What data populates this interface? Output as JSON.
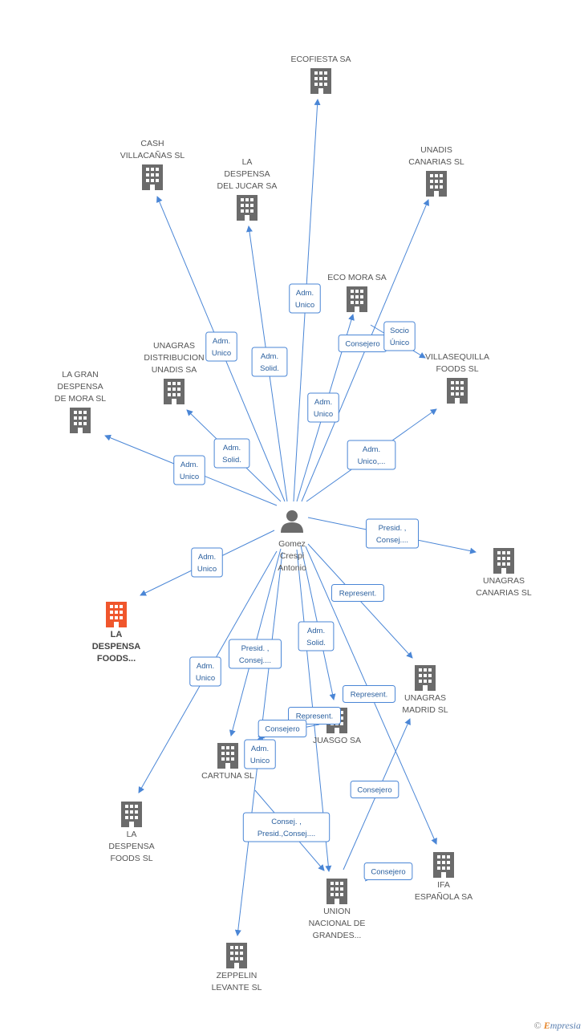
{
  "center": {
    "id": "gomez",
    "label": [
      "Gomez",
      "Crespi",
      "Antonio"
    ],
    "icon": "person-icon"
  },
  "nodes": [
    {
      "id": "ecofiesta",
      "label": [
        "ECOFIESTA SA"
      ],
      "icon": "building-icon"
    },
    {
      "id": "cash",
      "label": [
        "CASH",
        "VILLACAÑAS SL"
      ],
      "icon": "building-icon"
    },
    {
      "id": "jucar",
      "label": [
        "LA",
        "DESPENSA",
        "DEL JUCAR SA"
      ],
      "icon": "building-icon"
    },
    {
      "id": "unadis_can",
      "label": [
        "UNADIS",
        "CANARIAS SL"
      ],
      "icon": "building-icon"
    },
    {
      "id": "ecomora",
      "label": [
        "ECO MORA SA"
      ],
      "icon": "building-icon"
    },
    {
      "id": "unagras_dist",
      "label": [
        "UNAGRAS",
        "DISTRIBUCION",
        "UNADIS SA"
      ],
      "icon": "building-icon"
    },
    {
      "id": "villasequilla",
      "label": [
        "VILLASEQUILLA",
        "FOODS SL"
      ],
      "icon": "building-icon"
    },
    {
      "id": "gran_despensa",
      "label": [
        "LA GRAN",
        "DESPENSA",
        "DE MORA SL"
      ],
      "icon": "building-icon"
    },
    {
      "id": "unagras_can",
      "label": [
        "UNAGRAS",
        "CANARIAS SL"
      ],
      "icon": "building-icon"
    },
    {
      "id": "despensa_foods_focus",
      "label": [
        "LA",
        "DESPENSA",
        "FOODS..."
      ],
      "icon": "building-icon",
      "focus": true
    },
    {
      "id": "unagras_mad",
      "label": [
        "UNAGRAS",
        "MADRID SL"
      ],
      "icon": "building-icon"
    },
    {
      "id": "juasgo",
      "label": [
        "JUASGO SA"
      ],
      "icon": "building-icon"
    },
    {
      "id": "cartuna",
      "label": [
        "CARTUNA SL"
      ],
      "icon": "building-icon"
    },
    {
      "id": "despensa_foods_sl",
      "label": [
        "LA",
        "DESPENSA",
        "FOODS SL"
      ],
      "icon": "building-icon"
    },
    {
      "id": "ifa",
      "label": [
        "IFA",
        "ESPAÑOLA SA"
      ],
      "icon": "building-icon"
    },
    {
      "id": "union",
      "label": [
        "UNION",
        "NACIONAL DE",
        "GRANDES..."
      ],
      "icon": "building-icon"
    },
    {
      "id": "zeppelin",
      "label": [
        "ZEPPELIN",
        "LEVANTE SL"
      ],
      "icon": "building-icon"
    }
  ],
  "edges": [
    {
      "from": "gomez",
      "to": "ecofiesta",
      "label": [
        "Adm.",
        "Unico"
      ]
    },
    {
      "from": "gomez",
      "to": "cash",
      "label": [
        "Adm.",
        "Unico"
      ]
    },
    {
      "from": "gomez",
      "to": "jucar",
      "label": [
        "Adm.",
        "Solid."
      ]
    },
    {
      "from": "gomez",
      "to": "unadis_can",
      "label": [
        "Consejero"
      ]
    },
    {
      "from": "gomez",
      "to": "ecomora",
      "label": [
        "Adm.",
        "Unico"
      ]
    },
    {
      "from": "ecomora",
      "to": "villasequilla",
      "label": [
        "Socio",
        "Único"
      ]
    },
    {
      "from": "gomez",
      "to": "unagras_dist",
      "label": [
        "Adm.",
        "Solid."
      ]
    },
    {
      "from": "gomez",
      "to": "villasequilla",
      "label": [
        "Adm.",
        "Unico,..."
      ]
    },
    {
      "from": "gomez",
      "to": "gran_despensa",
      "label": [
        "Adm.",
        "Unico"
      ]
    },
    {
      "from": "gomez",
      "to": "unagras_can",
      "label": [
        "Presid. ,",
        "Consej...."
      ]
    },
    {
      "from": "gomez",
      "to": "despensa_foods_focus",
      "label": [
        "Adm.",
        "Unico"
      ]
    },
    {
      "from": "gomez",
      "to": "unagras_mad",
      "label": [
        "Represent."
      ]
    },
    {
      "from": "gomez",
      "to": "juasgo",
      "label": [
        "Adm.",
        "Solid."
      ]
    },
    {
      "from": "gomez",
      "to": "ifa",
      "label": [
        "Represent."
      ]
    },
    {
      "from": "gomez",
      "to": "cartuna",
      "label": [
        "Presid. ,",
        "Consej...."
      ]
    },
    {
      "from": "juasgo",
      "to": "cartuna",
      "label": [
        "Represent."
      ]
    },
    {
      "from": "gomez",
      "to": "despensa_foods_sl",
      "label": [
        "Adm.",
        "Unico"
      ]
    },
    {
      "from": "juasgo",
      "to": "cartuna",
      "label": [
        "Consejero"
      ]
    },
    {
      "from": "gomez",
      "to": "zeppelin",
      "label": [
        "Adm.",
        "Unico"
      ]
    },
    {
      "from": "cartuna",
      "to": "union",
      "label": [
        "Consej. ,",
        "Presid.,Consej...."
      ]
    },
    {
      "from": "union",
      "to": "unagras_mad",
      "label": [
        "Consejero"
      ]
    },
    {
      "from": "gomez",
      "to": "union",
      "label": []
    },
    {
      "from": "union",
      "to": "ifa",
      "label": [
        "Consejero"
      ]
    }
  ],
  "colors": {
    "edge": "#4a86d6",
    "building": "#6b6b6b",
    "focus": "#f0562c",
    "person": "#6b6b6b"
  },
  "footer": {
    "copyright": "©",
    "brand_e": "E",
    "brand_rest": "mpresia"
  }
}
